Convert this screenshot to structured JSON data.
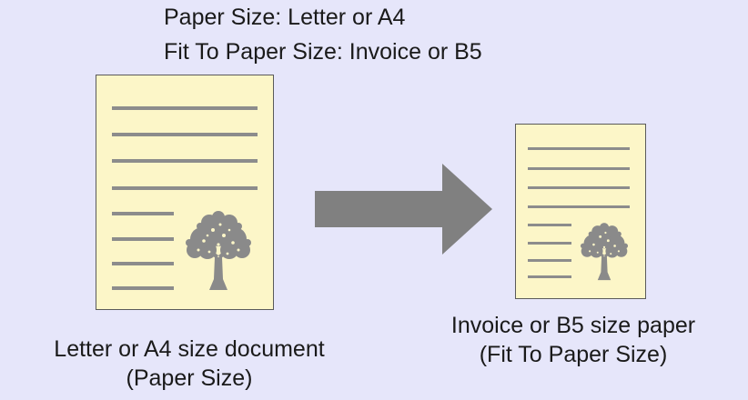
{
  "header": {
    "line1": "Paper Size: Letter or A4",
    "line2": "Fit To Paper Size: Invoice or B5"
  },
  "left_document": {
    "caption_line1": "Letter or A4 size document",
    "caption_line2": "(Paper Size)"
  },
  "right_document": {
    "caption_line1": "Invoice or B5 size paper",
    "caption_line2": "(Fit To Paper Size)"
  },
  "icons": {
    "arrow": "right-arrow-icon",
    "tree": "tree-icon"
  },
  "colors": {
    "background": "#e6e6fa",
    "paper": "#fcf6c8",
    "text_lines": "#8c8c8c",
    "arrow": "#808080",
    "tree": "#8a8a8a"
  }
}
